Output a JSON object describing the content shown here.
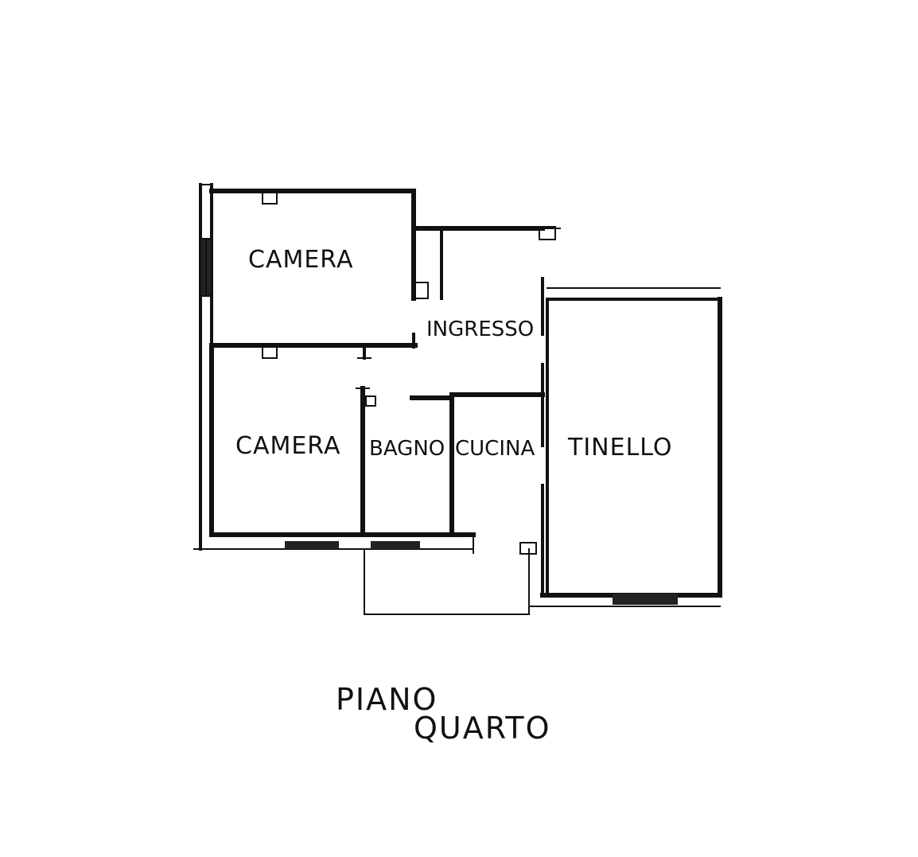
{
  "floor_plan": {
    "rooms": [
      {
        "id": "camera-1",
        "label": "CAMERA"
      },
      {
        "id": "ingresso",
        "label": "INGRESSO"
      },
      {
        "id": "camera-2",
        "label": "CAMERA"
      },
      {
        "id": "bagno",
        "label": "BAGNO"
      },
      {
        "id": "cucina",
        "label": "CUCINA"
      },
      {
        "id": "tinello",
        "label": "TINELLO"
      }
    ],
    "caption": {
      "line1": "PIANO",
      "line2": "QUARTO"
    }
  },
  "colors": {
    "ink": "#111111",
    "paper": "#ffffff"
  }
}
